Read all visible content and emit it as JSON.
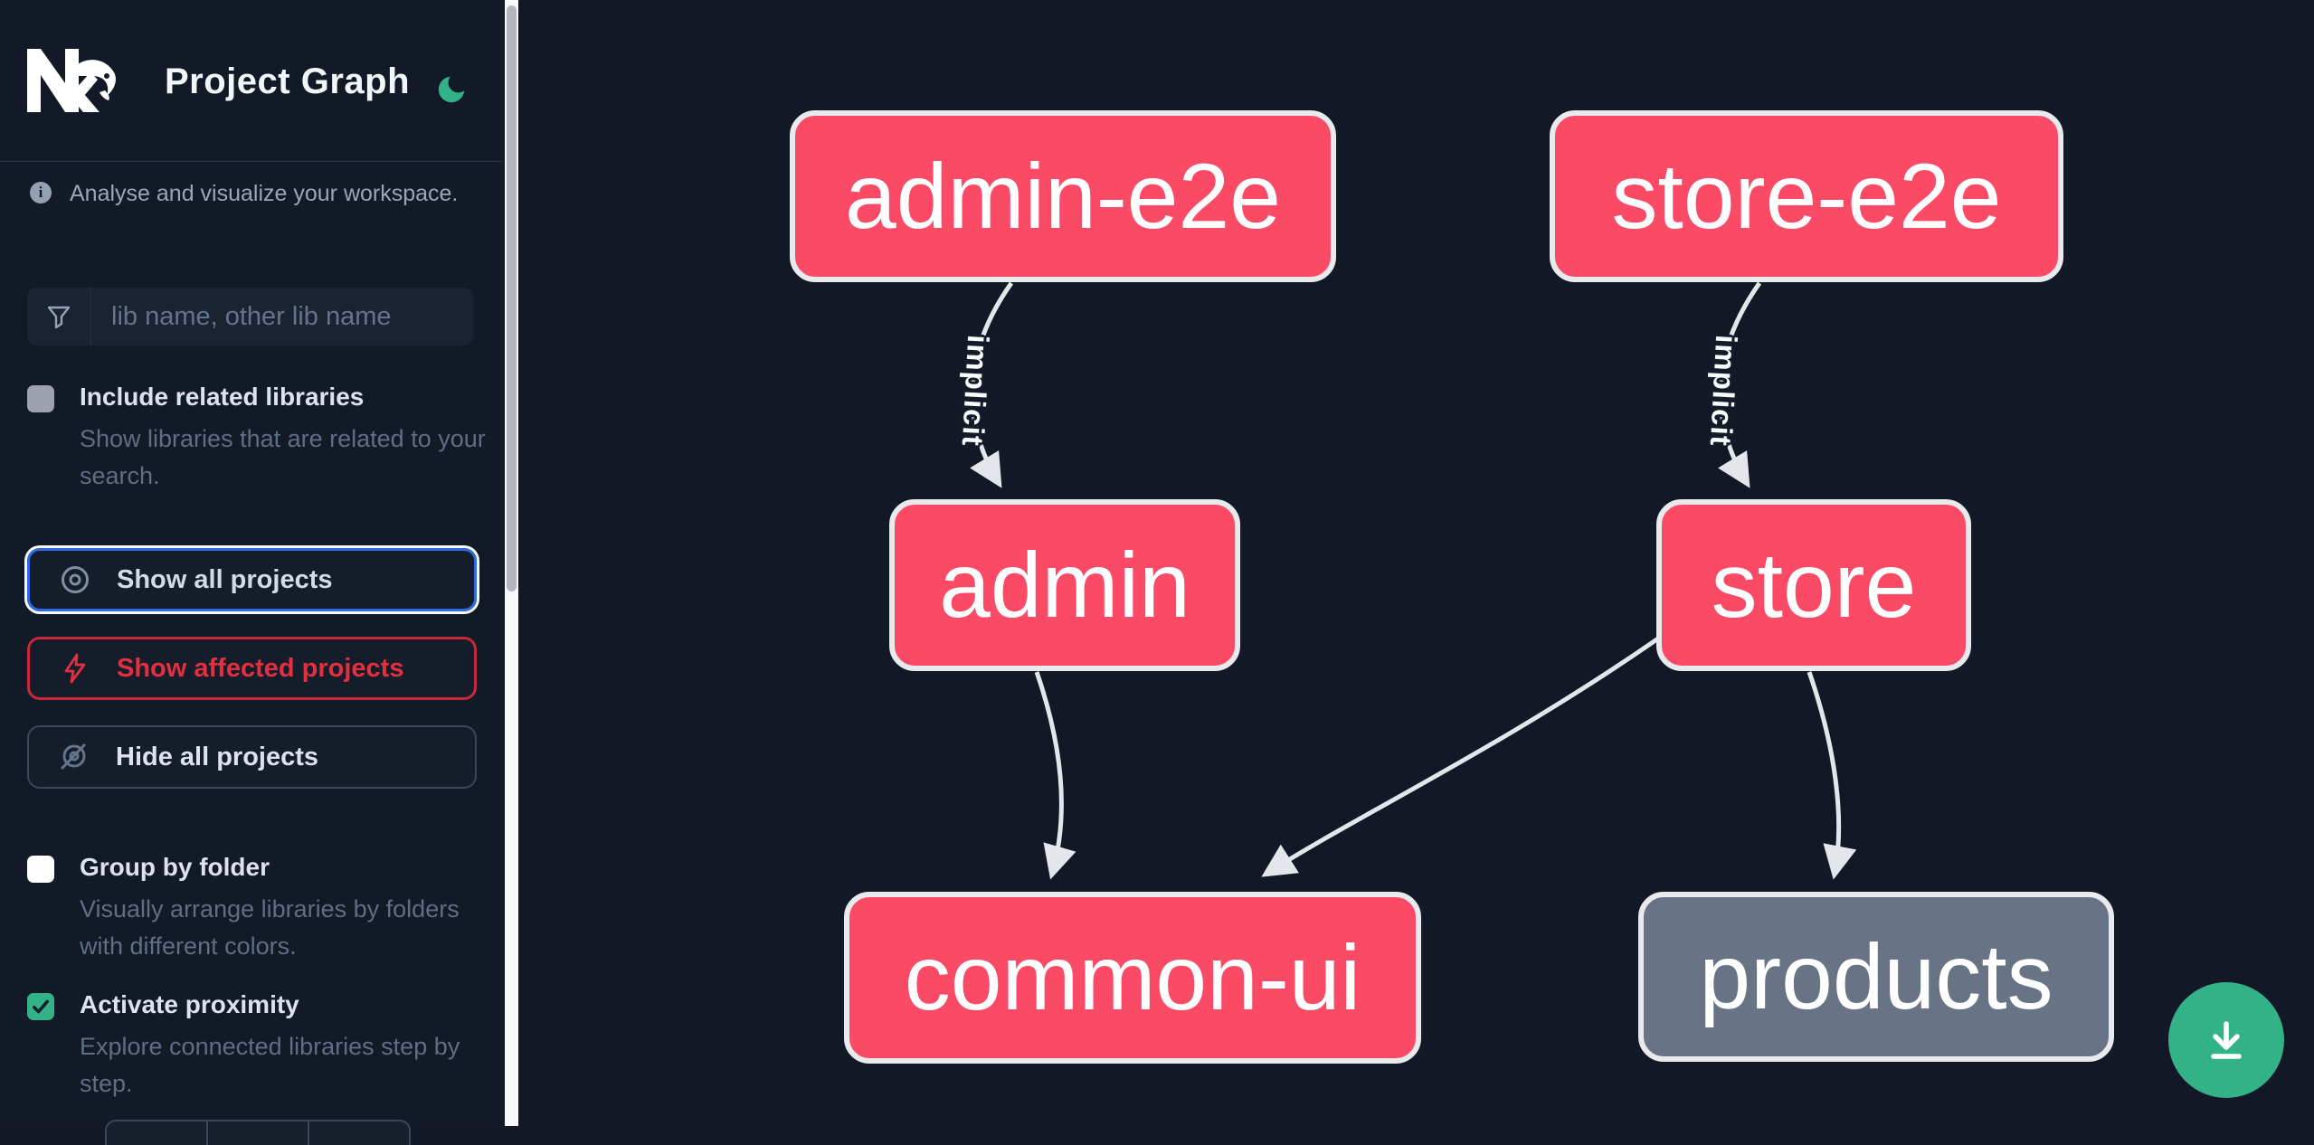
{
  "app": {
    "title": "Project Graph"
  },
  "sidebar": {
    "tagline": "Analyse and visualize your workspace.",
    "search": {
      "placeholder": "lib name, other lib name"
    },
    "include_related": {
      "label": "Include related libraries",
      "description": "Show libraries that are related to your search.",
      "checked": false
    },
    "actions": {
      "show_all": "Show all projects",
      "show_affected": "Show affected projects",
      "hide_all": "Hide all projects"
    },
    "group_by_folder": {
      "label": "Group by folder",
      "description": "Visually arrange libraries by folders with different colors.",
      "checked": false
    },
    "activate_proximity": {
      "label": "Activate proximity",
      "description": "Explore connected libraries step by step.",
      "checked": true
    }
  },
  "graph": {
    "nodes": [
      {
        "id": "admin-e2e",
        "label": "admin-e2e",
        "kind": "focused"
      },
      {
        "id": "store-e2e",
        "label": "store-e2e",
        "kind": "focused"
      },
      {
        "id": "admin",
        "label": "admin",
        "kind": "focused"
      },
      {
        "id": "store",
        "label": "store",
        "kind": "focused"
      },
      {
        "id": "common-ui",
        "label": "common-ui",
        "kind": "focused"
      },
      {
        "id": "products",
        "label": "products",
        "kind": "unfocused"
      }
    ],
    "edges": [
      {
        "from": "admin-e2e",
        "to": "admin",
        "type": "implicit",
        "label": "implicit"
      },
      {
        "from": "store-e2e",
        "to": "store",
        "type": "implicit",
        "label": "implicit"
      },
      {
        "from": "admin",
        "to": "common-ui",
        "type": "static",
        "label": ""
      },
      {
        "from": "store",
        "to": "common-ui",
        "type": "static",
        "label": ""
      },
      {
        "from": "store",
        "to": "products",
        "type": "static",
        "label": ""
      }
    ]
  },
  "icons": {
    "theme_toggle": "moon-icon",
    "info": "info-icon",
    "search": "funnel-icon",
    "show_all": "eye-icon",
    "show_affected": "lightning-icon",
    "hide_all": "eye-off-icon",
    "fab": "download-icon"
  },
  "colors": {
    "node_focused": "#fb4a66",
    "node_unfocused": "#687385",
    "accent_green": "#34b287",
    "affected_red": "#e42f3f",
    "focus_blue": "#2e6be2",
    "edge": "#e3e6eb",
    "background": "#121826"
  }
}
